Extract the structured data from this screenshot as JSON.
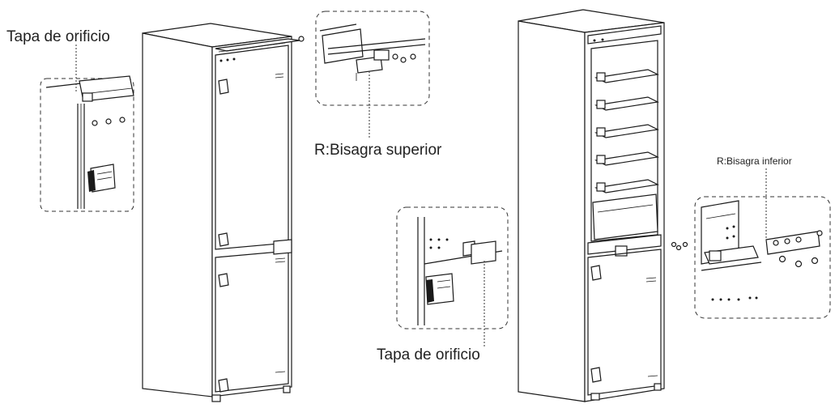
{
  "labels": {
    "hole_cover_top": "Tapa de orificio",
    "upper_hinge": "R:Bisagra superior",
    "lower_hinge": "R:Bisagra inferior",
    "hole_cover_bottom": "Tapa de orificio"
  }
}
